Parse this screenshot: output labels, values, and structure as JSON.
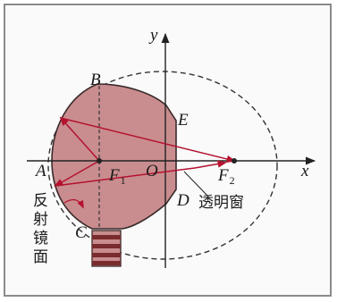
{
  "labels": {
    "x_axis": "x",
    "y_axis": "y",
    "A": "A",
    "B": "B",
    "C": "C",
    "D": "D",
    "E": "E",
    "O": "O",
    "F1_main": "F",
    "F1_sub": "1",
    "F2_main": "F",
    "F2_sub": "2",
    "window": "透明窗",
    "reflector": [
      "反",
      "射",
      "镜",
      "面"
    ]
  },
  "colors": {
    "lamp_fill": "#c98d8f",
    "lamp_stroke": "#3a2a2a",
    "ray": "#b4122f",
    "base_band_dark": "#7a2b2d",
    "base_band_light": "#c98d8f",
    "axis": "#222222"
  }
}
